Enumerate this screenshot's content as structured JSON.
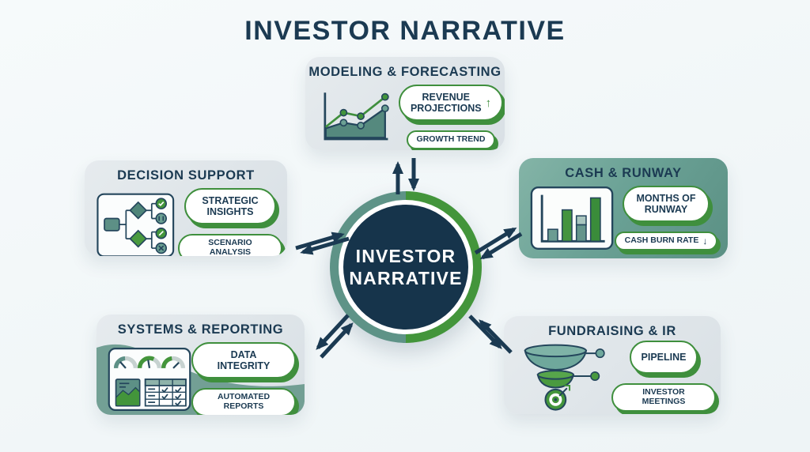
{
  "title": "INVESTOR NARRATIVE",
  "center": {
    "line1": "INVESTOR",
    "line2": "NARRATIVE"
  },
  "colors": {
    "navy": "#1b3a52",
    "green": "#3f8f3d",
    "teal": "#5e9387",
    "panel_light": "#dde3e8",
    "panel_teal": "#6aa195"
  },
  "nodes": [
    {
      "id": "modeling",
      "title": "MODELING & FORECASTING",
      "icon": "line-chart",
      "badges": [
        {
          "label": "REVENUE PROJECTIONS",
          "arrow": "↑"
        },
        {
          "label": "GROWTH TREND"
        }
      ]
    },
    {
      "id": "decision",
      "title": "DECISION SUPPORT",
      "icon": "decision-tree",
      "badges": [
        {
          "label": "STRATEGIC INSIGHTS"
        },
        {
          "label": "SCENARIO ANALYSIS"
        }
      ]
    },
    {
      "id": "cash",
      "title": "CASH & RUNWAY",
      "icon": "bar-chart",
      "badges": [
        {
          "label": "MONTHS OF RUNWAY"
        },
        {
          "label": "CASH BURN RATE",
          "arrow": "↓"
        }
      ]
    },
    {
      "id": "systems",
      "title": "SYSTEMS & REPORTING",
      "icon": "dashboard",
      "badges": [
        {
          "label": "DATA INTEGRITY"
        },
        {
          "label": "AUTOMATED REPORTS"
        }
      ]
    },
    {
      "id": "fundraising",
      "title": "FUNDRAISING & IR",
      "icon": "funnel-target",
      "badges": [
        {
          "label": "PIPELINE"
        },
        {
          "label": "INVESTOR MEETINGS"
        }
      ]
    }
  ],
  "connections": [
    {
      "from": "center",
      "to": "modeling",
      "type": "bidirectional"
    },
    {
      "from": "center",
      "to": "decision",
      "type": "bidirectional"
    },
    {
      "from": "center",
      "to": "cash",
      "type": "bidirectional"
    },
    {
      "from": "center",
      "to": "systems",
      "type": "bidirectional"
    },
    {
      "from": "center",
      "to": "fundraising",
      "type": "bidirectional"
    }
  ]
}
